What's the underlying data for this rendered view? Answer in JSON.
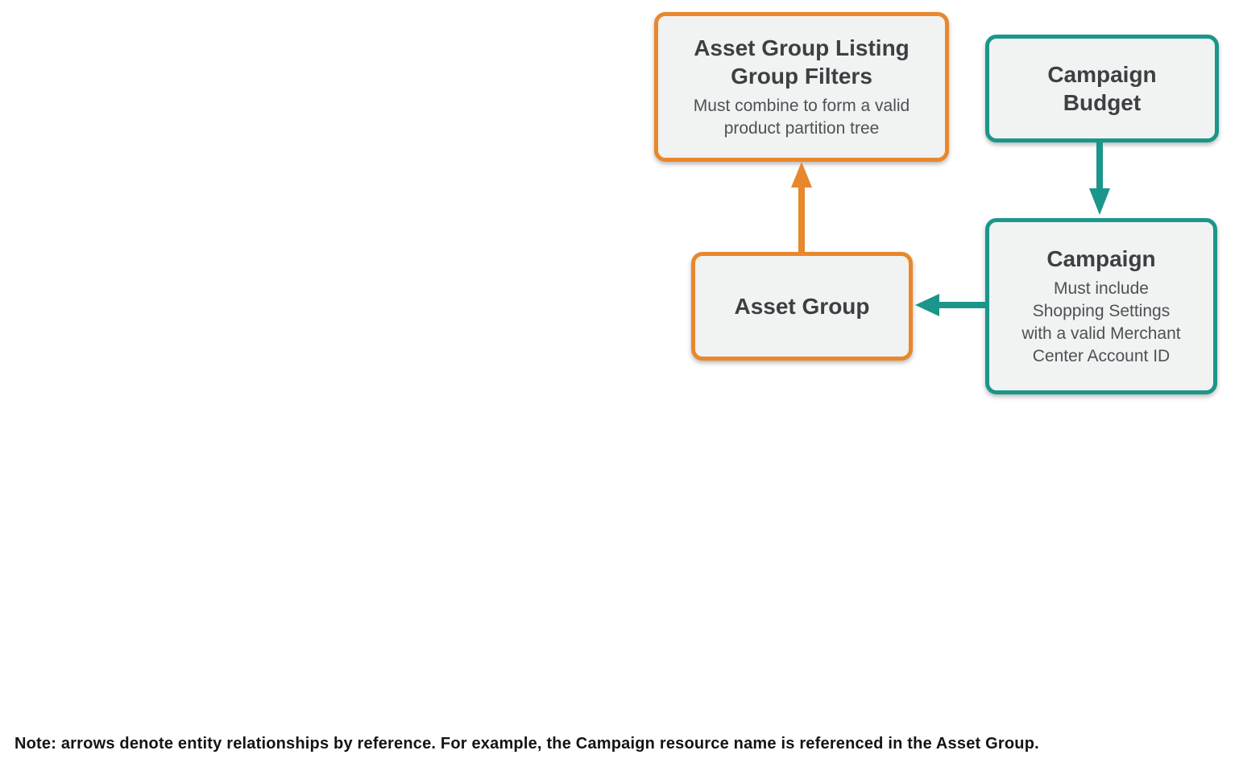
{
  "colors": {
    "orange": "#E8872B",
    "teal": "#1A968A",
    "node-bg": "#F1F2F2",
    "title-color": "#3C4043",
    "subtitle-color": "#4D5156",
    "note-color": "#141414",
    "canvas-bg": "#FFFFFF"
  },
  "nodes": {
    "filters": {
      "title": "Asset Group Listing\nGroup Filters",
      "subtitle": "Must combine to form a valid\nproduct partition tree",
      "accent": "orange"
    },
    "budget": {
      "title": "Campaign\nBudget",
      "accent": "teal"
    },
    "campaign": {
      "title": "Campaign",
      "subtitle": "Must include\nShopping Settings\nwith a valid Merchant\nCenter Account ID",
      "accent": "teal"
    },
    "asset": {
      "title": "Asset Group",
      "accent": "orange"
    }
  },
  "edges": [
    {
      "from": "Asset Group",
      "to": "Asset Group Listing Group Filters",
      "accent": "orange",
      "direction": "up"
    },
    {
      "from": "Campaign Budget",
      "to": "Campaign",
      "accent": "teal",
      "direction": "down"
    },
    {
      "from": "Campaign",
      "to": "Asset Group",
      "accent": "teal",
      "direction": "left"
    }
  ],
  "note": "Note: arrows denote entity relationships by reference. For example, the Campaign resource name is referenced in the Asset Group."
}
